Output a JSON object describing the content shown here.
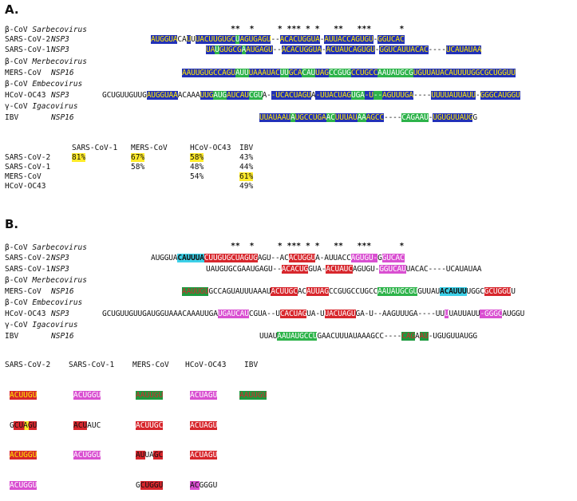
{
  "panel_a": {
    "letter": "A.",
    "stars": "**  *     * *** * *   **   ***      *",
    "groups": [
      {
        "genus": "β-CoV",
        "subgenus": "Sarbecovirus"
      },
      {
        "genus": "β-CoV",
        "subgenus": "Merbecovirus"
      },
      {
        "genus": "β-CoV",
        "subgenus": "Embecovirus"
      },
      {
        "genus": "γ-CoV",
        "subgenus": "Igacovirus"
      }
    ],
    "rows": [
      {
        "virus": "SARS-CoV-2",
        "gene": "NSP3"
      },
      {
        "virus": "SARS-CoV-1",
        "gene": "NSP3"
      },
      {
        "virus": "MERS-CoV",
        "gene": "NSP16"
      },
      {
        "virus": "HCoV-OC43",
        "gene": "NSP3"
      },
      {
        "virus": "IBV",
        "gene": "NSP16"
      }
    ],
    "sequences": {
      "sars2": "AUGGUACAUUUACUUGUGCUAGUGAGU--ACACUGGUA-AUUACCAGUGU-GGUCAC",
      "sars1": "UAUGUGCGAAUGAGU--ACACUGGUA-ACUAUCAGUGU-GGUCAUUACAC----UCAUAUAA",
      "mers": "AAUUGUGCCAGUAUUUAAAUACUUGCACAUUAGCCGUGCCUGCCAAUAUGCGUGUUAUACAUUUUGGCGCUGGUU",
      "oc43": "GCUGUUGUUGAUGGUAAACAAAUUGAUGAUCAUCGUA--UCACUAGUA-UUACUAGUGA-U--AGUUUGA----UUUUAUUAUU-GGGCAUGGU",
      "ibv": "UUAUAAUAUGCCUGAACUUUAUAAAGCC----CAGAAU-UGUGUUAUGG"
    },
    "identity_table": {
      "columns": [
        "SARS-CoV-1",
        "MERS-CoV",
        "HCoV-OC43",
        "IBV"
      ],
      "rows": [
        {
          "name": "SARS-CoV-2",
          "values": [
            "81%",
            "67%",
            "58%",
            "43%"
          ]
        },
        {
          "name": "SARS-CoV-1",
          "values": [
            "",
            "58%",
            "48%",
            "44%"
          ]
        },
        {
          "name": "MERS-CoV",
          "values": [
            "",
            "",
            "54%",
            "61%"
          ]
        },
        {
          "name": "HCoV-OC43",
          "values": [
            "",
            "",
            "",
            "49%"
          ]
        }
      ],
      "highlighted": [
        "81%",
        "67%",
        "58%",
        "61%"
      ]
    }
  },
  "panel_b": {
    "letter": "B.",
    "stars": "**  *     * *** * *   **   ***      *",
    "groups": [
      {
        "genus": "β-CoV",
        "subgenus": "Sarbecovirus"
      },
      {
        "genus": "β-CoV",
        "subgenus": "Merbecovirus"
      },
      {
        "genus": "β-CoV",
        "subgenus": "Embecovirus"
      },
      {
        "genus": "γ-CoV",
        "subgenus": "Igacovirus"
      }
    ],
    "rows": [
      {
        "virus": "SARS-CoV-2",
        "gene": "NSP3"
      },
      {
        "virus": "SARS-CoV-1",
        "gene": "NSP3"
      },
      {
        "virus": "MERS-CoV",
        "gene": "NSP16"
      },
      {
        "virus": "HCoV-OC43",
        "gene": "NSP3"
      },
      {
        "virus": "IBV",
        "gene": "NSP16"
      }
    ],
    "sequences": {
      "sars2": "AUGGUACAUUUACUUGUGCUAGUGAGU--ACACUGGUA-AUUACCAGUGU-GGUCAC",
      "sars1": "UAUGUGCGAAUGAGU--ACACUGGUA-ACUAUCAGUGU-GGUCAUUACAC----UCAUAUAA",
      "mers": "AAUUGUGCCAGUAUUUAAAUACUUGCACAUUAGCCGUGCCUGCCAAUAUGCGUGUUAUACAUUUUGGCGCUGGUU",
      "oc43": "GCUGUUGUUGAUGGUAAACAAAUUGAUGAUCAUCGUA--UCACUAGUA-UUACUAGUGA-U--AAGUUUGA----UUUUAUUAUU-GGGCAUGGU",
      "ibv": "UUAUAAUAUGCCUGAACUUUAUAAAGCC----CAGAAU-UGUGUUAUGG"
    },
    "motifs": [
      {
        "virus": "SARS-CoV-2",
        "items": [
          "ACUUGU",
          "GCUAGU",
          "ACUGGU",
          "ACUGGU"
        ]
      },
      {
        "virus": "SARS-CoV-1",
        "items": [
          "ACUGGU",
          "ACUAUC",
          "ACUGGU"
        ]
      },
      {
        "virus": "MERS-CoV",
        "items": [
          "AAUUGU",
          "ACUUGC",
          "AUUAGC",
          "GCUGGU"
        ]
      },
      {
        "virus": "HCoV-OC43",
        "items": [
          "ACUAGU",
          "ACUAGU",
          "ACUAGU",
          "ACGGGU"
        ]
      },
      {
        "virus": "IBV",
        "items": [
          "AAUUGU"
        ]
      }
    ]
  }
}
